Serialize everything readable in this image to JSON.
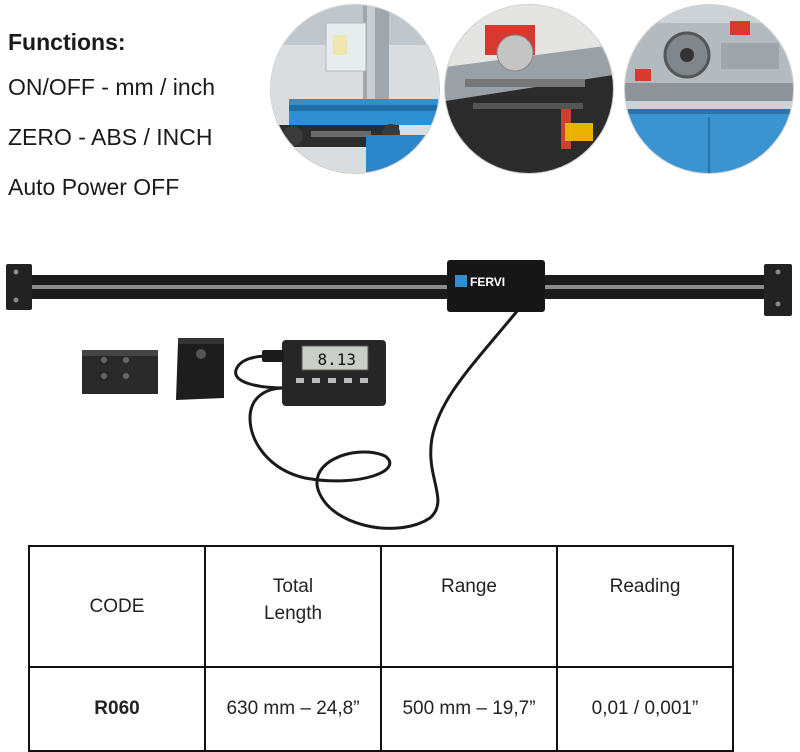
{
  "functions": {
    "title": "Functions:",
    "lines": [
      "ON/OFF - mm / inch",
      "ZERO - ABS / INCH",
      "Auto Power OFF"
    ]
  },
  "device": {
    "brand": "FERVI",
    "display_value": "8.13"
  },
  "spec_table": {
    "headers": [
      "CODE",
      "Total Length",
      "Range",
      "Reading"
    ],
    "rows": [
      [
        "R060",
        "630 mm – 24,8”",
        "500 mm – 19,7”",
        "0,01 / 0,001”"
      ]
    ]
  },
  "colors": {
    "machine_blue": "#2f8fd0",
    "scale_black": "#1b1b1b",
    "lcd_gray": "#c9cfc6"
  }
}
